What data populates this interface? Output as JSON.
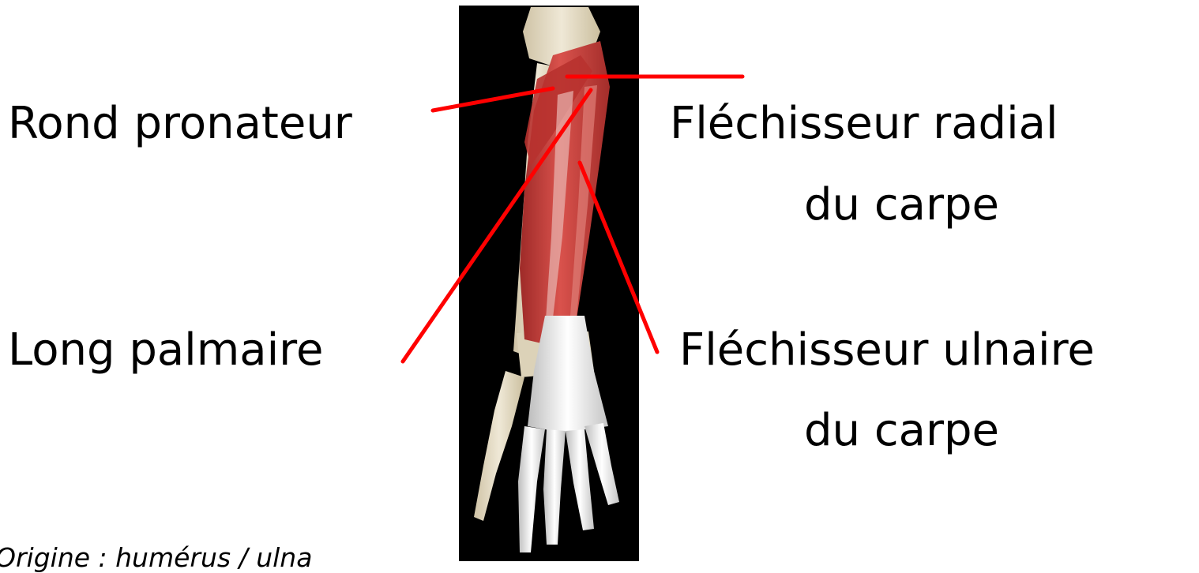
{
  "labels": {
    "rond_pronateur": "Rond pronateur",
    "long_palmaire": "Long palmaire",
    "flechisseur_radial_line1": "Fléchisseur radial",
    "flechisseur_radial_line2": "du carpe",
    "flechisseur_ulnaire_line1": "Fléchisseur ulnaire",
    "flechisseur_ulnaire_line2": "du carpe"
  },
  "footnote": "Origine : humérus / ulna",
  "colors": {
    "leader_line": "#ff0000",
    "photo_background": "#000000",
    "muscle": "#c73a35",
    "tendon": "#eeeeee",
    "bone": "#e6dcc4"
  }
}
